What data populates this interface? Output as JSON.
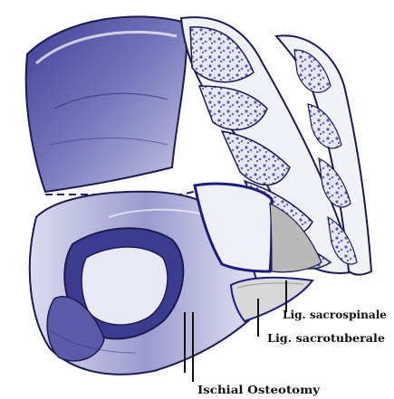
{
  "figure": {
    "labels": {
      "sacrospinale": "Lig. sacrospinale",
      "sacrotuberale": "Lig. sacrotuberale",
      "ischial_osteotomy": "Ischial Osteotomy"
    }
  },
  "colors": {
    "background": "#ffffff",
    "bone_dark": "#4a4aa0",
    "bone_mid": "#8c8cc7",
    "bone_light": "#d7d7ec",
    "ink": "#1b1b4f",
    "osteotomy_line": "#1d1d7a",
    "ligament_gray": "#b9b9b9",
    "ligament_fill": "#d8d8d8",
    "label_text": "#111111"
  }
}
